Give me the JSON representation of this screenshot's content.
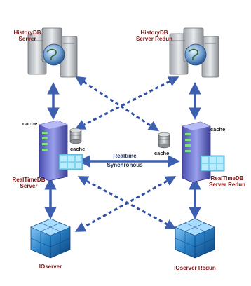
{
  "nodes": {
    "history_main": {
      "line1": "HistoryDB",
      "line2": "Server"
    },
    "history_redun": {
      "line1": "HistoryDB",
      "line2": "Server Redun"
    },
    "realtime_main": {
      "line1": "RealTimeDB",
      "line2": "Server"
    },
    "realtime_redun": {
      "line1": "RealTimeDB",
      "line2": "Server Redun"
    },
    "io_main": {
      "label": "IOserver"
    },
    "io_redun": {
      "label": "IOserver Redun"
    }
  },
  "cache_label": "cache",
  "sync": {
    "line1": "Realtime",
    "line2": "Synchronous"
  },
  "colors": {
    "arrow_solid": "#3d5fb0",
    "arrow_dashed": "#2f4fa8",
    "label_dark": "#7a1414",
    "label_blue": "#1e2c55",
    "server_body": "#7c82d6",
    "io_cube": "#2b84c8"
  }
}
